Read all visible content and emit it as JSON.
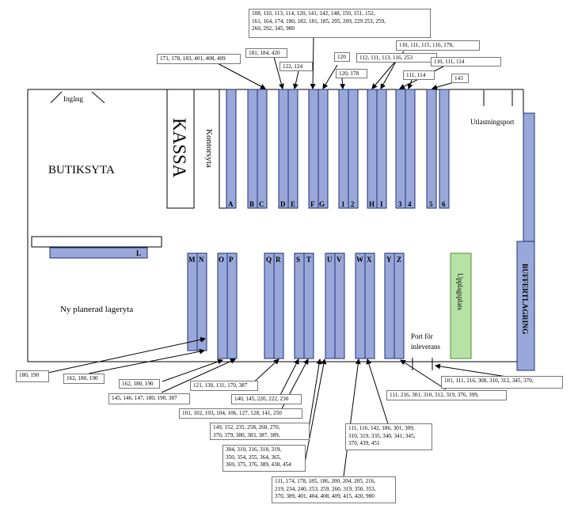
{
  "areas": {
    "butiksyta": "BUTIKSYTA",
    "kassa": "KASSA",
    "kontorsyta": "Kontorsyta",
    "ingang": "Ingång",
    "utlastningsport": "Utlastningsport",
    "ny_lager": "Ny planerad lageryta",
    "buffertlagring": "BUFFERTLAGRING",
    "upplagsplats": "Upplagsplats",
    "port_inleverans": "Port för\ninleverans"
  },
  "racks": {
    "top": [
      "A",
      "B",
      "C",
      "D",
      "E",
      "F",
      "G",
      "1",
      "2",
      "H",
      "I",
      "3",
      "4",
      "5",
      "6"
    ],
    "bottom": [
      "M",
      "N",
      "O",
      "P",
      "Q",
      "R",
      "S",
      "T",
      "U",
      "V",
      "W",
      "X",
      "Y",
      "Z"
    ],
    "shelf_l": "L"
  },
  "callouts": {
    "c1": "108, 110, 113, 114, 120, 141, 142, 148, 150, 151, 152,\n161, 164, 174, 180, 182, 181, 185, 205, 209, 229 253, 259,\n260, 292, 345, 980",
    "c2": "171, 178, 183, 401, 408, 409",
    "c3": "181, 184, 420",
    "c4": "122, 124",
    "c5": "120",
    "c6": "120, 178",
    "c7": "110, 111, 115, 116, 178,",
    "c8": "112, 111, 113, 116, 253",
    "c9": "110, 111, 114",
    "c10": "111, 114",
    "c11": "143",
    "c12": "180, 190",
    "c13": "162, 180, 190",
    "c14": "162, 180, 190",
    "c15": "145, 146, 147, 180, 190, 387",
    "c16": "121, 130, 131, 170, 387",
    "c17": "140, 145, 220, 222, 230",
    "c18": "101, 102, 103, 104, 106, 127, 128, 141, 250",
    "c19": "149, 152, 235, 258, 260, 270,\n370, 379, 380, 383, 387, 389,",
    "c20": "304, 310, 316, 318, 319,\n350, 354, 355, 364, 365,\n369, 375, 376, 389, 438, 454",
    "c21": "111, 174, 178, 185, 186, 200, 204, 205, 216,\n219, 234, 240, 253, 259, 260, 319, 350, 353,\n370, 389, 401, 404, 408, 409, 415, 420, 980",
    "c22": "111, 116, 142, 186, 301, 309,\n310, 319, 335, 340, 341, 345,\n370, 439, 451",
    "c23": "111, 216, 301, 310, 312, 319, 376, 399,",
    "c24": "101, 111, 216, 308, 310, 312, 345, 370,"
  },
  "colors": {
    "rack_fill": "#99a8d8",
    "rack_stroke": "#1f2f7a",
    "upplagsplats_fill": "#b6e3a5"
  }
}
